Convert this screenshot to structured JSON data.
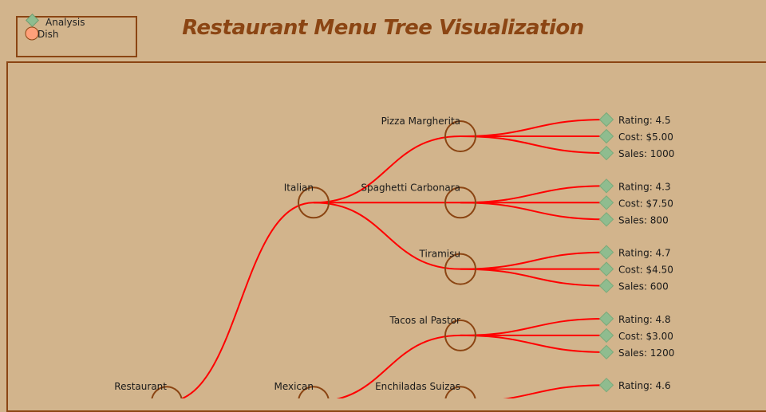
{
  "title": "Restaurant Menu Tree Visualization",
  "legend": {
    "analysis_label": "Analysis",
    "dish_label": "Dish"
  },
  "colors": {
    "background": "#d2b48c",
    "border": "#8b4513",
    "edge": "#ff0000",
    "analysis": "#8fbc8f",
    "dish_legend": "#ffa07a",
    "title": "#8b4513"
  },
  "tree": {
    "root": "Restaurant",
    "cuisines": [
      {
        "name": "Italian",
        "dishes": [
          {
            "name": "Pizza Margherita",
            "metrics": [
              "Rating: 4.5",
              "Cost: $5.00",
              "Sales: 1000"
            ]
          },
          {
            "name": "Spaghetti Carbonara",
            "metrics": [
              "Rating: 4.3",
              "Cost: $7.50",
              "Sales: 800"
            ]
          },
          {
            "name": "Tiramisu",
            "metrics": [
              "Rating: 4.7",
              "Cost: $4.50",
              "Sales: 600"
            ]
          }
        ]
      },
      {
        "name": "Mexican",
        "dishes": [
          {
            "name": "Tacos al Pastor",
            "metrics": [
              "Rating: 4.8",
              "Cost: $3.00",
              "Sales: 1200"
            ]
          },
          {
            "name": "Enchiladas Suizas",
            "metrics": [
              "Rating: 4.6"
            ]
          }
        ]
      }
    ]
  }
}
